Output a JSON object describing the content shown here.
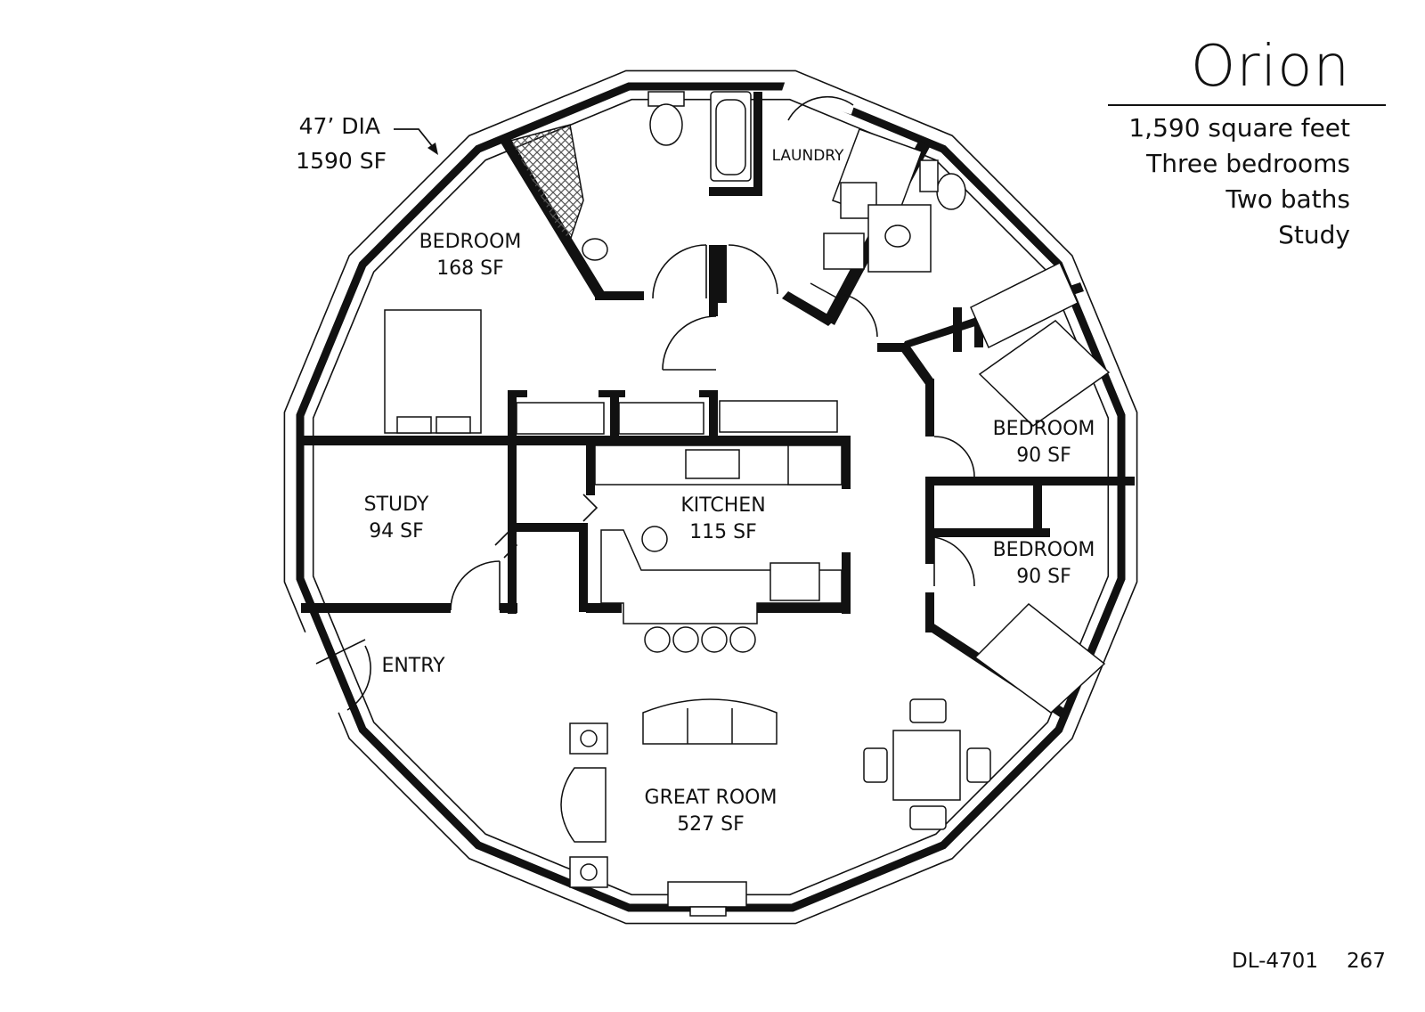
{
  "title": "Orion",
  "specs": [
    "1,590 square feet",
    "Three bedrooms",
    "Two baths",
    "Study"
  ],
  "dimension_callout": {
    "diameter": "47’ DIA",
    "area": "1590 SF"
  },
  "rooms": {
    "bedroom_main": {
      "name": "BEDROOM",
      "area": "168 SF"
    },
    "laundry": {
      "name": "LAUNDRY"
    },
    "bedroom_upper": {
      "name": "BEDROOM",
      "area": "90 SF"
    },
    "bedroom_lower": {
      "name": "BEDROOM",
      "area": "90 SF"
    },
    "study": {
      "name": "STUDY",
      "area": "94 SF"
    },
    "kitchen": {
      "name": "KITCHEN",
      "area": "115 SF"
    },
    "entry": {
      "name": "ENTRY"
    },
    "great_room": {
      "name": "GREAT ROOM",
      "area": "527 SF"
    }
  },
  "footer": {
    "plan_code": "DL-4701",
    "page_number": "267"
  },
  "colors": {
    "ink": "#111111",
    "paper": "#ffffff",
    "tile_hatch": "#555555"
  }
}
